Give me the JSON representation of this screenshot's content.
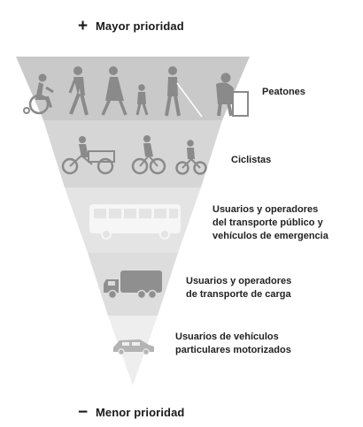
{
  "top_label": {
    "sign": "+",
    "text": "Mayor prioridad"
  },
  "bottom_label": {
    "sign": "−",
    "text": "Menor prioridad"
  },
  "levels": [
    {
      "lines": [
        "Peatones"
      ],
      "fill": "#c9c9c9",
      "icon": "pedestrians-icon"
    },
    {
      "lines": [
        "Ciclistas"
      ],
      "fill": "#d6d6d6",
      "icon": "cyclists-icon"
    },
    {
      "lines": [
        "Usuarios y operadores",
        "del transporte público y",
        "vehículos de emergencia"
      ],
      "fill": "#e4e4e4",
      "icon": "bus-icon"
    },
    {
      "lines": [
        "Usuarios y operadores",
        "de transporte de carga"
      ],
      "fill": "#dddddd",
      "icon": "truck-icon"
    },
    {
      "lines": [
        "Usuarios de vehículos",
        "particulares motorizados"
      ],
      "fill": "#eeeeee",
      "icon": "car-icon"
    }
  ],
  "colors": {
    "text": "#222222",
    "icon": "#8a8a8a",
    "icon_light": "#b3b3b3"
  }
}
